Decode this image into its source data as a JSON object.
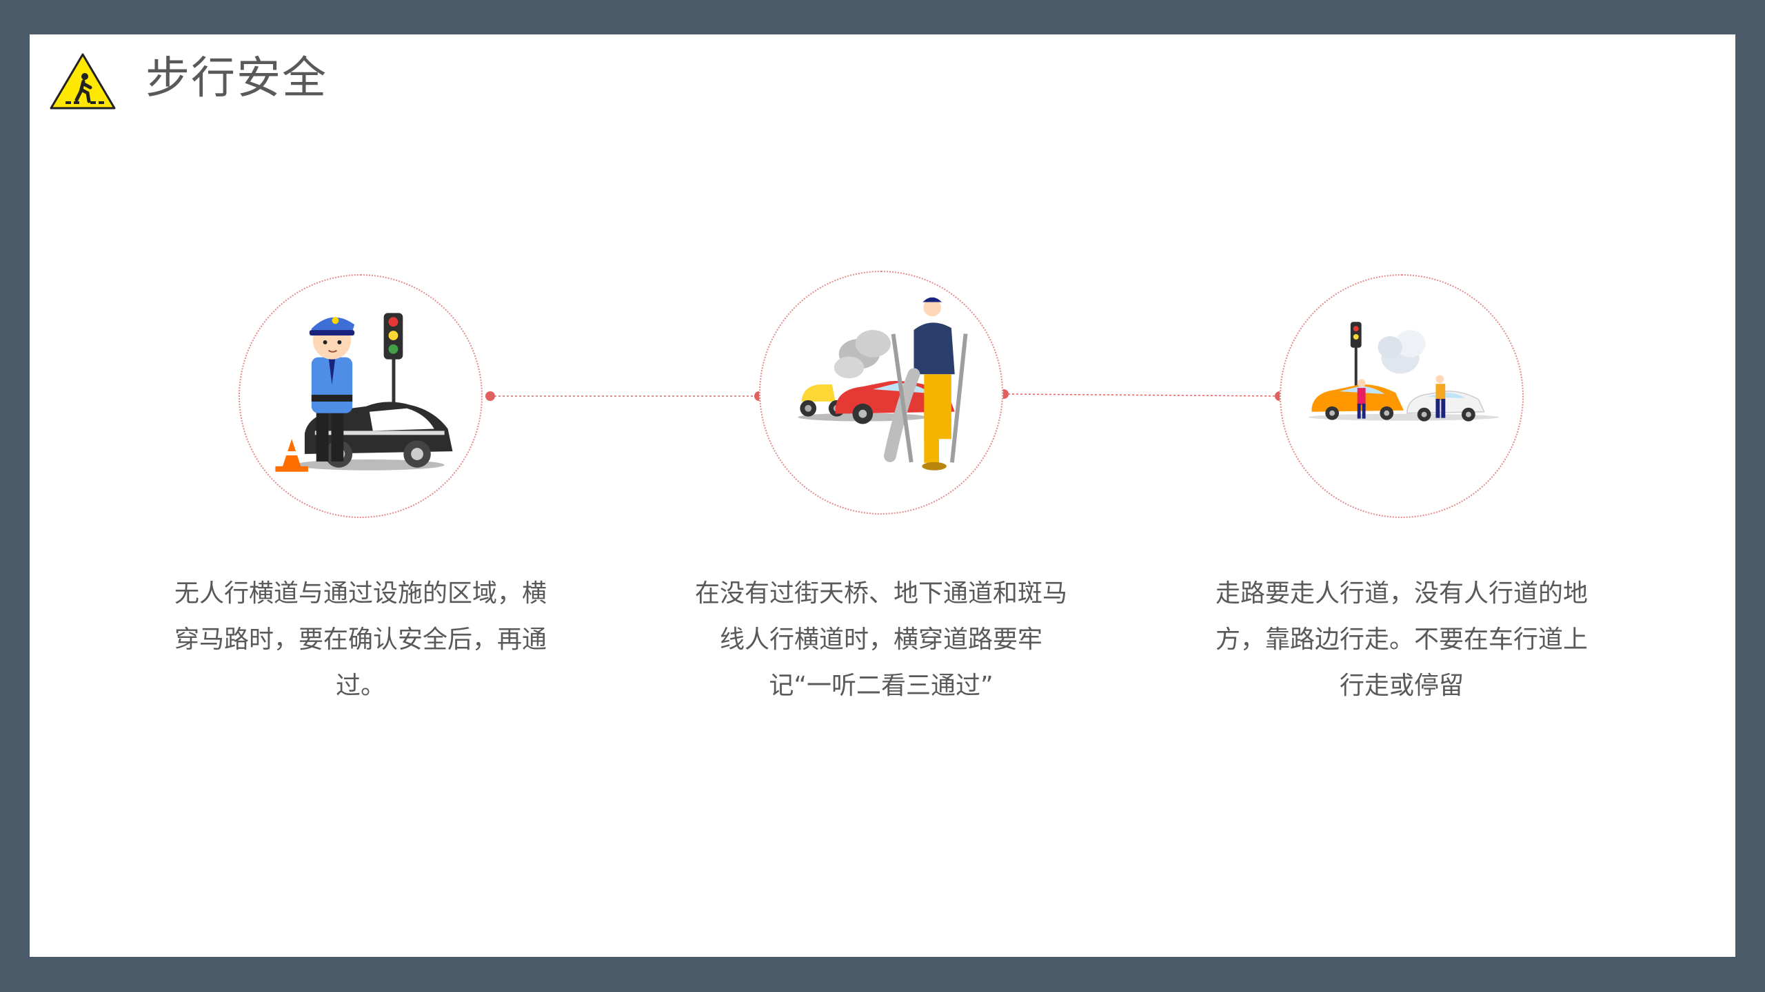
{
  "header": {
    "title": "步行安全",
    "icon": "pedestrian-warning-icon"
  },
  "items": [
    {
      "text": "无人行横道与通过设施的区域，横穿马路时，要在确认安全后，再通过。",
      "illustration": "traffic-police-icon"
    },
    {
      "text": "在没有过街天桥、地下通道和斑马线人行横道时，横穿道路要牢记“一听二看三通过”",
      "illustration": "injured-pedestrian-icon"
    },
    {
      "text": "走路要走人行道，没有人行道的地方，靠路边行走。不要在车行道上行走或停留",
      "illustration": "car-accident-icon"
    }
  ],
  "colors": {
    "frame": "#4a5a69",
    "accent": "#e06060",
    "text": "#595959",
    "warning_yellow": "#ffe800"
  }
}
